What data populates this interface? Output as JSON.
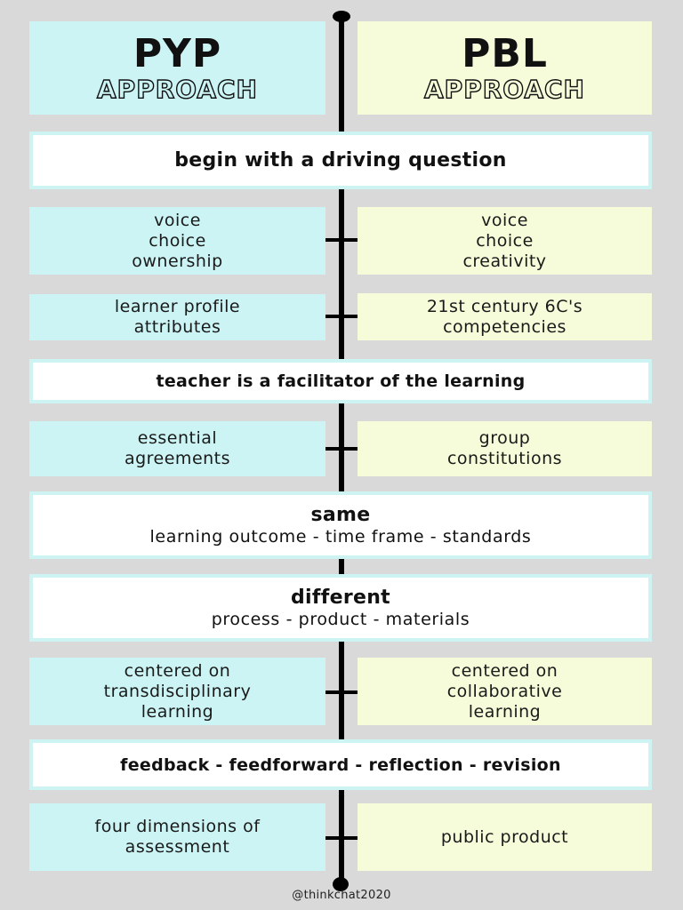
{
  "header": {
    "left": {
      "title": "PYP",
      "subtitle": "APPROACH"
    },
    "right": {
      "title": "PBL",
      "subtitle": "APPROACH"
    }
  },
  "colors": {
    "background": "#d9d9d9",
    "pyp_box": "#ccf4f4",
    "pbl_box": "#f6fcda",
    "shared_box": "#ffffff",
    "shared_border": "#cef3f3",
    "spine": "#000000"
  },
  "rows": [
    {
      "type": "shared",
      "title": "begin with a driving question"
    },
    {
      "type": "pair",
      "pyp": "voice\nchoice\nownership",
      "pbl": "voice\nchoice\ncreativity"
    },
    {
      "type": "pair",
      "pyp": "learner profile\nattributes",
      "pbl": "21st century 6C's\ncompetencies"
    },
    {
      "type": "shared",
      "title": "teacher is a facilitator of the learning"
    },
    {
      "type": "pair",
      "pyp": "essential\nagreements",
      "pbl": "group\nconstitutions"
    },
    {
      "type": "shared",
      "title": "same",
      "subtitle": "learning outcome - time frame - standards"
    },
    {
      "type": "shared",
      "title": "different",
      "subtitle": "process - product - materials"
    },
    {
      "type": "pair",
      "pyp": "centered on\ntransdisciplinary\nlearning",
      "pbl": "centered on\ncollaborative\nlearning"
    },
    {
      "type": "shared",
      "title": "feedback - feedforward - reflection - revision"
    },
    {
      "type": "pair",
      "pyp": "four dimensions of\nassessment",
      "pbl": "public product"
    }
  ],
  "footer": {
    "credit": "@thinkchat2020"
  }
}
